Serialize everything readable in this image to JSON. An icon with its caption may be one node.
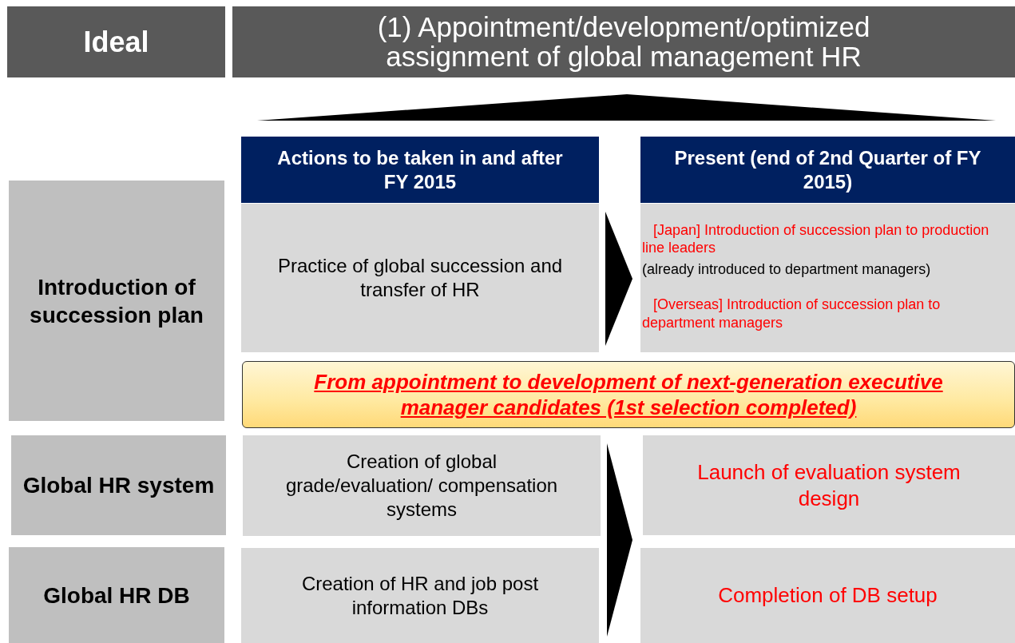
{
  "diagram": {
    "nodes": [
      {
        "text": [
          "Ideal"
        ]
      },
      {
        "text": [
          "(1) Appointment/development/optimized assignment of global management HR"
        ]
      },
      {
        "text": [
          "Actions to be taken in and after FY 2015"
        ]
      },
      {
        "text": [
          "Present (end of 2nd Quarter of FY 2015)"
        ]
      },
      {
        "text": [
          "Introduction of succession plan"
        ]
      },
      {
        "text": [
          "Practice of global succession and transfer of HR"
        ]
      },
      {
        "text": [
          "[Japan] Introduction of succession plan to production line leaders",
          "(already introduced to department managers)",
          "[Overseas] Introduction of succession plan to department managers"
        ]
      },
      {
        "text": [
          "From appointment to development of next-generation executive manager candidates (1st selection completed)"
        ]
      },
      {
        "text": [
          "Global HR system"
        ]
      },
      {
        "text": [
          "Creation of global grade/evaluation/ compensation systems"
        ]
      },
      {
        "text": [
          "Launch of evaluation system design"
        ]
      },
      {
        "text": [
          "Global HR DB"
        ]
      },
      {
        "text": [
          "Creation of HR and job post information DBs"
        ]
      },
      {
        "text": [
          "Completion of DB setup"
        ]
      }
    ],
    "edges": [
      {
        "from": 5,
        "to": 6,
        "arrow": "to"
      },
      {
        "from": 9,
        "to": 10,
        "arrow": "to"
      },
      {
        "from": 12,
        "to": 13,
        "arrow": "to"
      }
    ]
  }
}
